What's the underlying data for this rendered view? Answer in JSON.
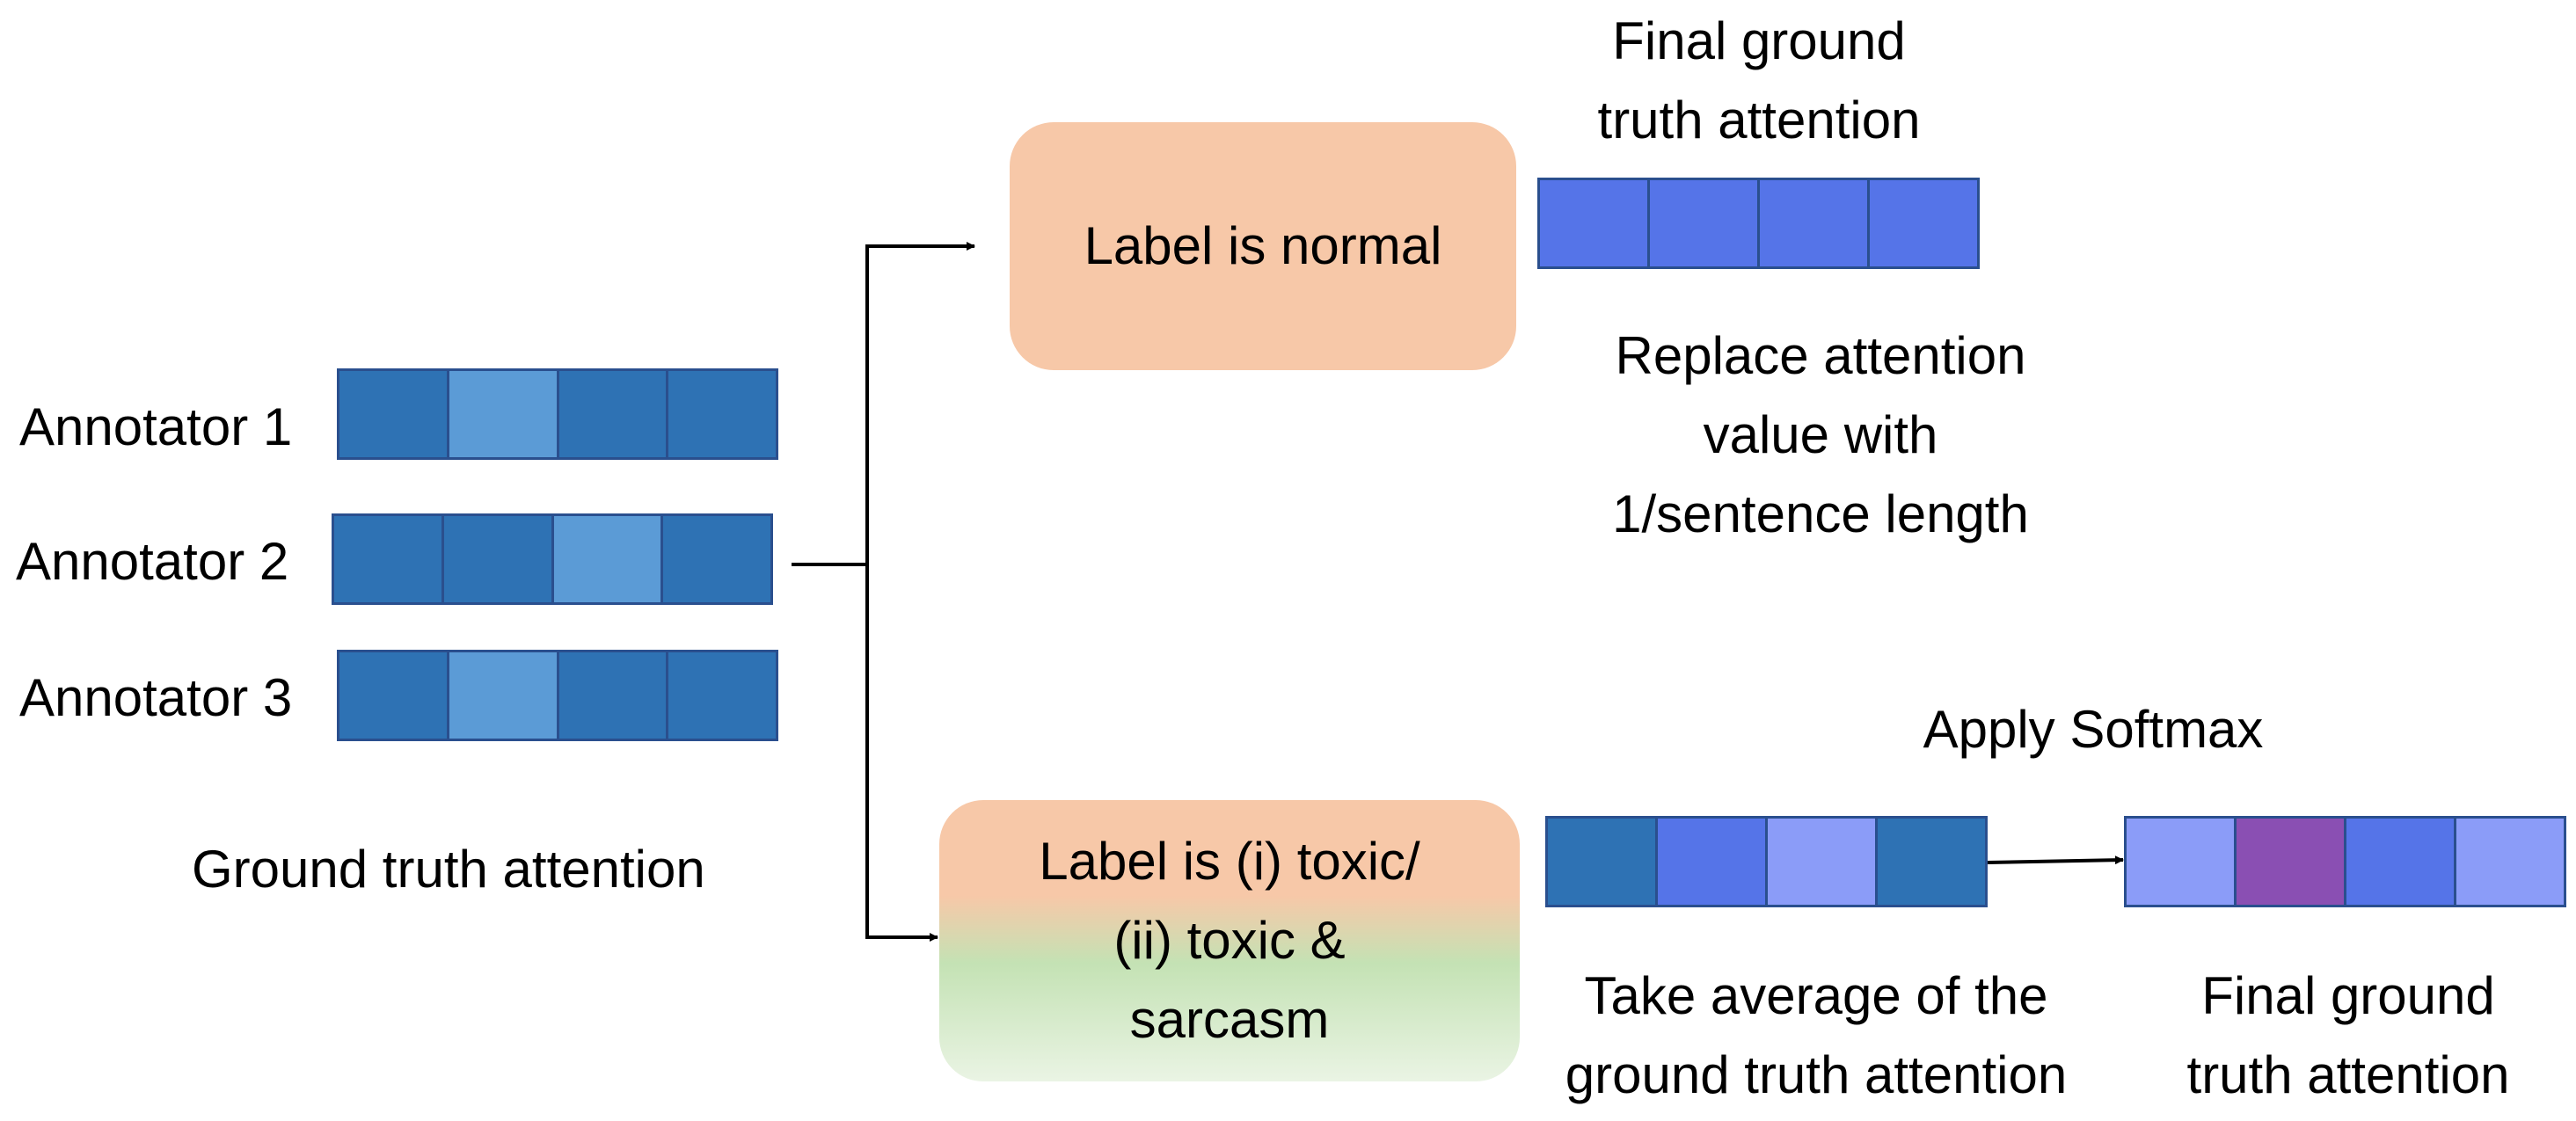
{
  "colors": {
    "dark_blue": "#2e72b4",
    "light_blue": "#5b9bd6",
    "medium_blue": "#5574e8",
    "pale_periwinkle": "#8b9cf8",
    "purple": "#8a4fb3",
    "peach": "#f7c8a8",
    "light_green": "#c4e2b4"
  },
  "annotators": [
    {
      "label": "Annotator 1",
      "cells": [
        "dark_blue",
        "light_blue",
        "dark_blue",
        "dark_blue"
      ]
    },
    {
      "label": "Annotator 2",
      "cells": [
        "dark_blue",
        "dark_blue",
        "light_blue",
        "dark_blue"
      ]
    },
    {
      "label": "Annotator 3",
      "cells": [
        "dark_blue",
        "light_blue",
        "dark_blue",
        "dark_blue"
      ]
    }
  ],
  "ground_truth_label": "Ground truth attention",
  "normal_branch": {
    "box_label": "Label is normal",
    "caption": [
      "Final ground",
      "truth attention"
    ],
    "vector_cells": [
      "medium_blue",
      "medium_blue",
      "medium_blue",
      "medium_blue"
    ],
    "note": [
      "Replace attention",
      "value with",
      "1/sentence length"
    ]
  },
  "toxic_branch": {
    "box_label": [
      "Label is (i) toxic/",
      "(ii) toxic &",
      "sarcasm"
    ],
    "average_cells": [
      "dark_blue",
      "medium_blue",
      "pale_periwinkle",
      "dark_blue"
    ],
    "average_caption": [
      "Take average of the",
      "ground truth attention"
    ],
    "softmax_label": "Apply Softmax",
    "final_cells": [
      "pale_periwinkle",
      "purple",
      "medium_blue",
      "pale_periwinkle"
    ],
    "final_caption": [
      "Final ground",
      "truth attention"
    ]
  }
}
